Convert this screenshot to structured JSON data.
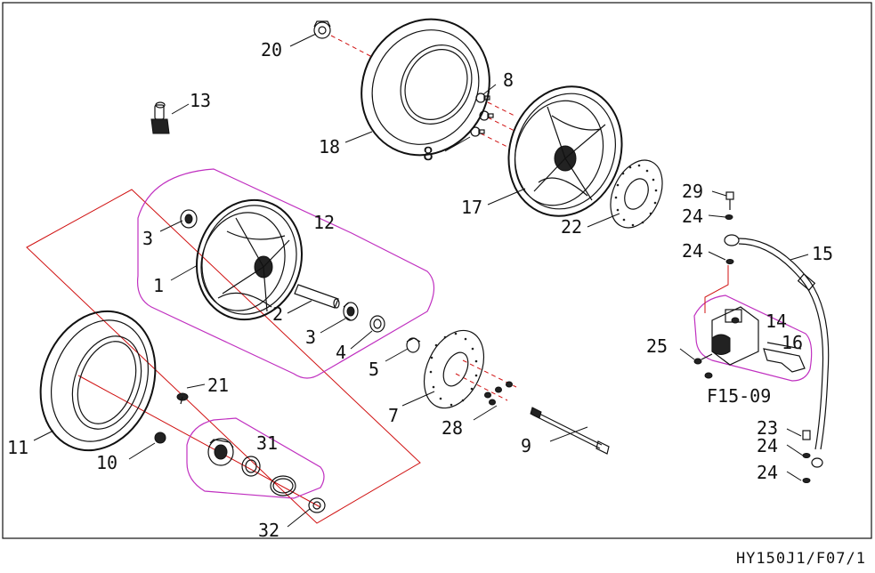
{
  "diagram": {
    "drawing_code": "HY150J1/F07/1",
    "callouts": [
      "20",
      "13",
      "18",
      "8",
      "8",
      "17",
      "12",
      "3",
      "1",
      "22",
      "29",
      "24",
      "24",
      "15",
      "2",
      "3",
      "14",
      "4",
      "25",
      "16",
      "5",
      "F15-09",
      "7",
      "21",
      "23",
      "28",
      "24",
      "24",
      "11",
      "31",
      "10",
      "9",
      "32"
    ]
  }
}
